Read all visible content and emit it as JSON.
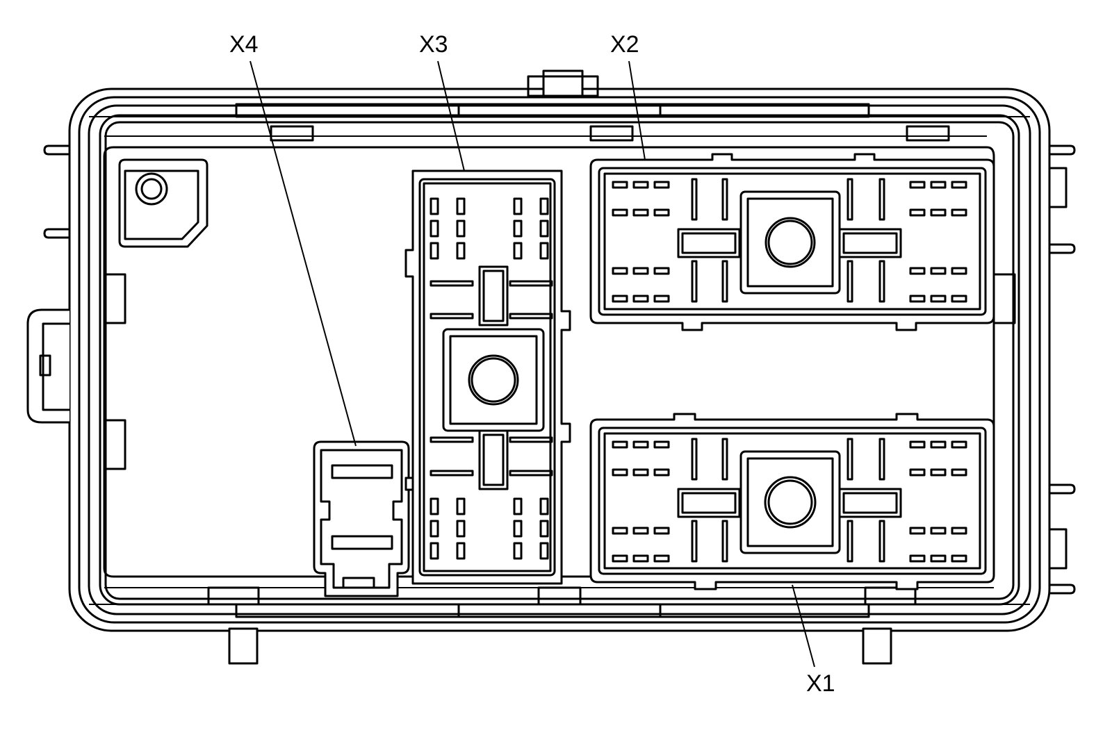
{
  "labels": {
    "x4": "X4",
    "x3": "X3",
    "x2": "X2",
    "x1": "X1"
  },
  "colors": {
    "line": "#000000",
    "background": "#ffffff"
  }
}
